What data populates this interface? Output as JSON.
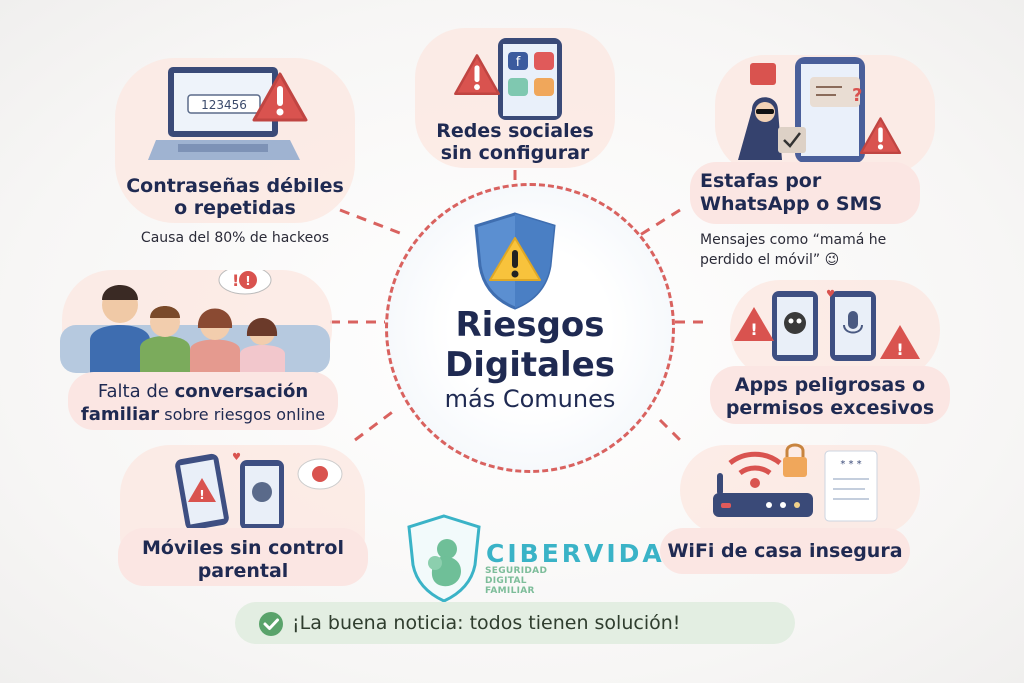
{
  "center": {
    "title_line1": "Riesgos",
    "title_line2": "Digitales",
    "title_line3": "más Comunes",
    "icon": "shield-warning-icon"
  },
  "risks": [
    {
      "id": "passwords",
      "title_line1": "Contraseñas débiles",
      "title_line2": "o repetidas",
      "subtitle": "Causa del 80% de hackeos",
      "screen_text": "123456",
      "icon": "laptop-password-icon"
    },
    {
      "id": "social",
      "title_line1": "Redes sociales",
      "title_line2": "sin configurar",
      "icon": "phone-social-icon"
    },
    {
      "id": "scams",
      "title_line1": "Estafas por",
      "title_line2": "WhatsApp o SMS",
      "subtitle_line1": "Mensajes como “mamá he",
      "subtitle_line2": "perdido el móvil” 😉",
      "icon": "hacker-phone-icon"
    },
    {
      "id": "family",
      "title_part1": "Falta de ",
      "title_bold1": "conversación",
      "title_bold2": "familiar",
      "title_part2": " sobre riesgos online",
      "icon": "family-sofa-icon"
    },
    {
      "id": "apps",
      "title_line1": "Apps peligrosas o",
      "title_line2": "permisos excesivos",
      "icon": "dangerous-apps-icon"
    },
    {
      "id": "parental",
      "title_line1": "Móviles sin control",
      "title_line2": "parental",
      "icon": "phones-parental-icon"
    },
    {
      "id": "wifi",
      "title_line1": "WiFi de casa insegura",
      "icon": "router-lock-icon"
    }
  ],
  "logo": {
    "name": "CIBERVIDA",
    "tagline": "SEGURIDAD DIGITAL FAMILIAR",
    "icon": "shield-family-logo-icon"
  },
  "footer": {
    "message": "¡La buena noticia: todos tienen solución!",
    "icon": "check-circle-icon"
  },
  "colors": {
    "accent_red": "#d9625f",
    "title_navy": "#1f2a52",
    "card_pink": "#fbe6e3",
    "logo_teal": "#3ab3c7",
    "logo_green": "#7dbd9a",
    "footer_green": "#e3eee2"
  }
}
